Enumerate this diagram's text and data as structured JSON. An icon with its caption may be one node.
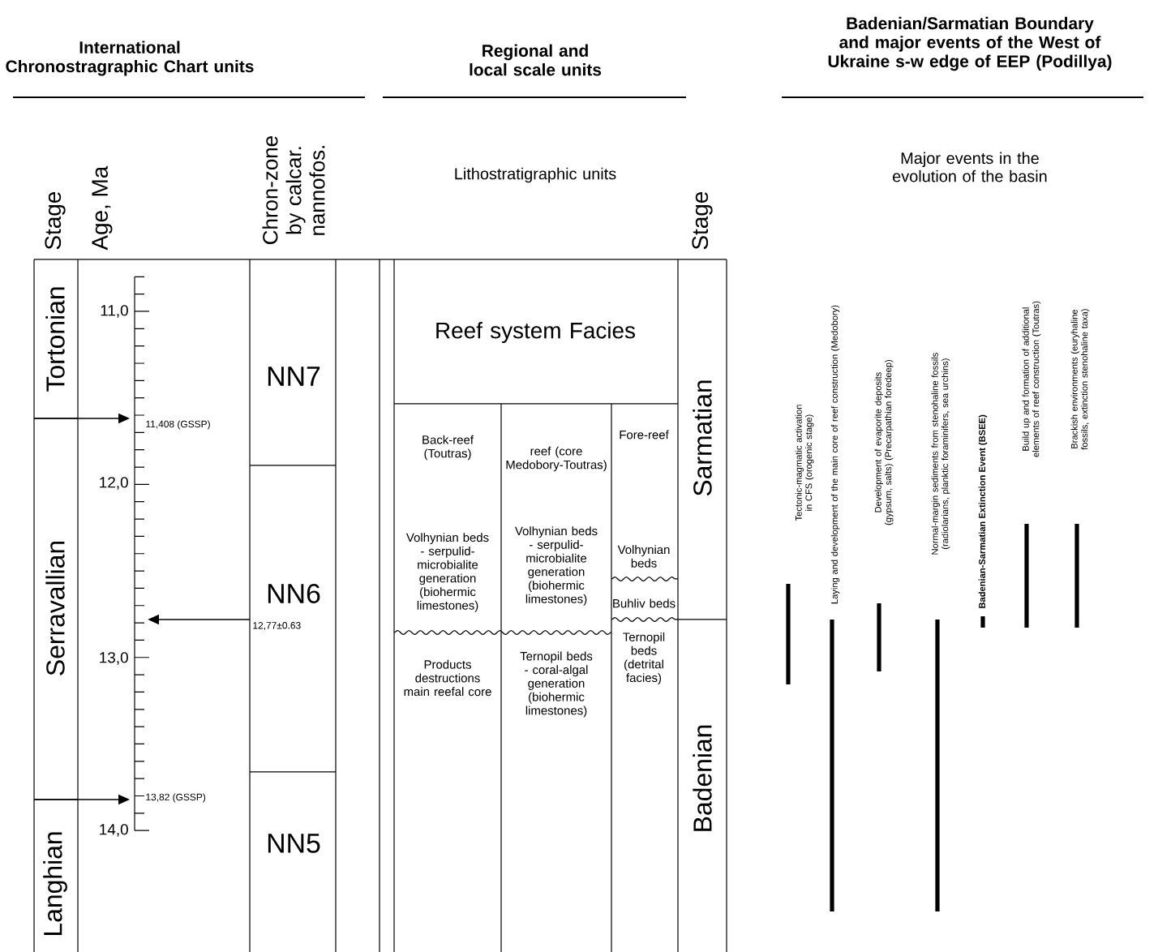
{
  "diagram": {
    "labels": [
      "International Chronostragraphic Chart units",
      "Regional and local scale units",
      "Badenian/Sarmatian Boundary and major events of the West of Ukraine s-w edge of EEP (Podillya)",
      "Stage",
      "Age, Ma",
      "Chron-zone by calcar. nannofos.",
      "Lithostratigraphic units",
      "Stage",
      "Major events in the evolution of the basin",
      "Tortonian",
      "Serravallian",
      "Langhian",
      "11,0",
      "12,0",
      "13,0",
      "14,0",
      "11,408 (GSSP)",
      "12,77±0.63",
      "13,82 (GSSP)",
      "NN7",
      "NN6",
      "NN5",
      "Reef system Facies",
      "Back-reef (Toutras)",
      "reef (core Medobory-Toutras)",
      "Fore-reef",
      "Volhynian beds - serpulid-microbialite generation (biohermic limestones)",
      "Volhynian beds - serpulid-microbialite generation (biohermic limestones)",
      "Volhynian beds",
      "Buhliv beds",
      "Products destructions main reefal core",
      "Ternopil beds - coral-algal generation (biohermic limestones)",
      "Ternopil beds (detrital facies)",
      "Sarmatian",
      "Badenian",
      "Tectonic-magmatic activation in CFS (orogenic stage)",
      "Laying and development of the main core of reef construction (Medobory)",
      "Development of evaporite deposits (gypsum, salts) (Precarpathian foredeep)",
      "Normal-margin sediments from stenohaline fossils (radiolarians, planktic foraminifers, sea urchins)",
      "Badenian-Sarmatian Extinction Event (BSEE)",
      "Build up and formation of additional elements of reef construction (Toutras)",
      "Brackish environments (euryhaline fossils, extinction stenohaline taxa)"
    ]
  }
}
